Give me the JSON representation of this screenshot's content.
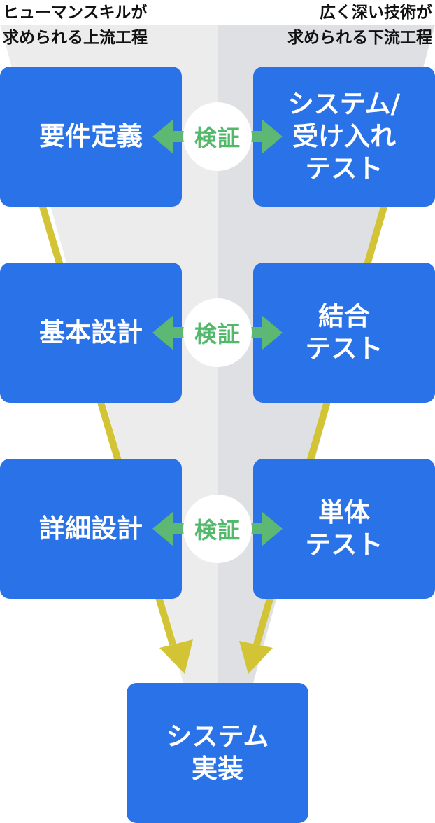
{
  "headings": {
    "left": "ヒューマンスキルが\n求められる上流工程",
    "right": "広く深い技術が\n求められる下流工程"
  },
  "left_boxes": [
    {
      "label": "要件定義"
    },
    {
      "label": "基本設計"
    },
    {
      "label": "詳細設計"
    }
  ],
  "right_boxes": [
    {
      "label": "システム/\n受け入れ\nテスト"
    },
    {
      "label": "結合\nテスト"
    },
    {
      "label": "単体\nテスト"
    }
  ],
  "bottom_box": {
    "label": "システム\n実装"
  },
  "verify_labels": [
    "検証",
    "検証",
    "検証"
  ],
  "colors": {
    "box": "#2a72e8",
    "verify_text": "#52b86a",
    "arrow": "#5db873",
    "funnel_line": "#d3c436",
    "funnel_left": "#ececed",
    "funnel_right": "#dfe0e3"
  }
}
